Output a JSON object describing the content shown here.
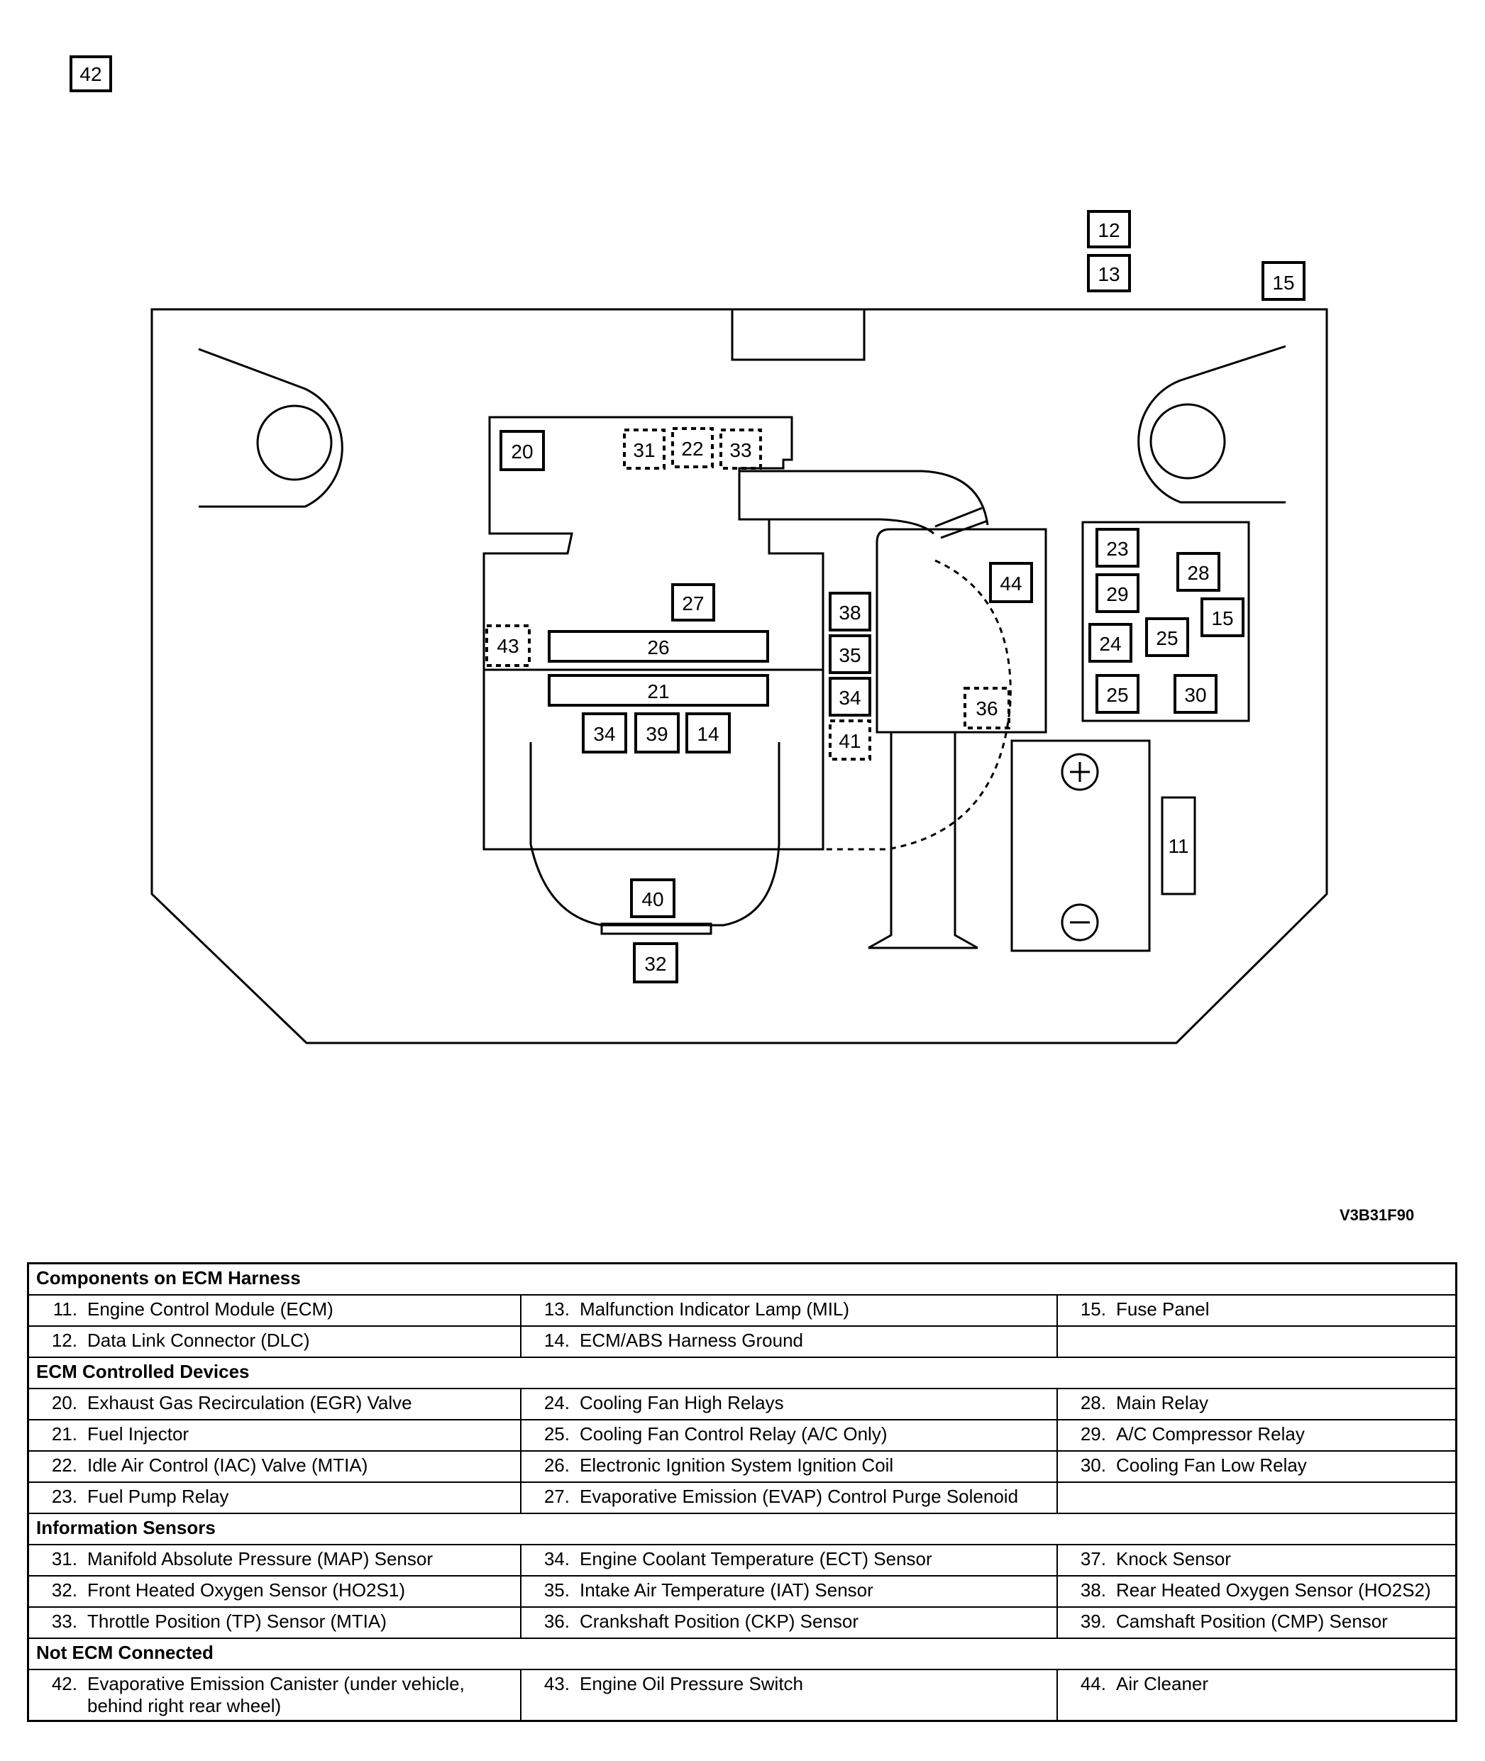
{
  "figure_id": "V3B31F90",
  "callouts": [
    "42",
    "12",
    "13",
    "15",
    "20",
    "31",
    "22",
    "33",
    "27",
    "43",
    "26",
    "21",
    "34",
    "39",
    "14",
    "38",
    "35",
    "34",
    "41",
    "44",
    "36",
    "23",
    "29",
    "24",
    "25",
    "28",
    "15",
    "25",
    "30",
    "11",
    "40",
    "32"
  ],
  "battery": {
    "positive": "+",
    "negative": "−"
  },
  "legend": {
    "sections": [
      {
        "title": "Components on ECM Harness",
        "rows": [
          [
            {
              "num": "11.",
              "name": "Engine Control Module (ECM)"
            },
            {
              "num": "13.",
              "name": "Malfunction Indicator Lamp (MIL)"
            },
            {
              "num": "15.",
              "name": "Fuse Panel"
            }
          ],
          [
            {
              "num": "12.",
              "name": "Data Link Connector (DLC)"
            },
            {
              "num": "14.",
              "name": "ECM/ABS Harness Ground"
            },
            {
              "num": "",
              "name": ""
            }
          ]
        ]
      },
      {
        "title": "ECM Controlled Devices",
        "rows": [
          [
            {
              "num": "20.",
              "name": "Exhaust Gas Recirculation (EGR) Valve"
            },
            {
              "num": "24.",
              "name": "Cooling Fan High Relays"
            },
            {
              "num": "28.",
              "name": "Main Relay"
            }
          ],
          [
            {
              "num": "21.",
              "name": "Fuel Injector"
            },
            {
              "num": "25.",
              "name": "Cooling Fan Control Relay (A/C Only)"
            },
            {
              "num": "29.",
              "name": "A/C Compressor Relay"
            }
          ],
          [
            {
              "num": "22.",
              "name": "Idle Air Control (IAC) Valve (MTIA)"
            },
            {
              "num": "26.",
              "name": "Electronic Ignition System Ignition Coil"
            },
            {
              "num": "30.",
              "name": "Cooling Fan Low Relay"
            }
          ],
          [
            {
              "num": "23.",
              "name": "Fuel Pump Relay"
            },
            {
              "num": "27.",
              "name": "Evaporative Emission (EVAP) Control Purge Solenoid"
            },
            {
              "num": "",
              "name": ""
            }
          ]
        ]
      },
      {
        "title": "Information Sensors",
        "rows": [
          [
            {
              "num": "31.",
              "name": "Manifold Absolute Pressure (MAP) Sensor"
            },
            {
              "num": "34.",
              "name": "Engine Coolant Temperature (ECT) Sensor"
            },
            {
              "num": "37.",
              "name": "Knock Sensor"
            }
          ],
          [
            {
              "num": "32.",
              "name": "Front Heated Oxygen Sensor (HO2S1)"
            },
            {
              "num": "35.",
              "name": "Intake Air Temperature (IAT) Sensor"
            },
            {
              "num": "38.",
              "name": "Rear Heated Oxygen Sensor (HO2S2)"
            }
          ],
          [
            {
              "num": "33.",
              "name": "Throttle Position (TP) Sensor (MTIA)"
            },
            {
              "num": "36.",
              "name": "Crankshaft Position (CKP) Sensor"
            },
            {
              "num": "39.",
              "name": "Camshaft Position (CMP) Sensor"
            }
          ]
        ]
      },
      {
        "title": "Not ECM Connected",
        "rows": [
          [
            {
              "num": "42.",
              "name": "Evaporative Emission Canister (under vehicle, behind right rear wheel)"
            },
            {
              "num": "43.",
              "name": "Engine Oil Pressure Switch"
            },
            {
              "num": "44.",
              "name": "Air Cleaner"
            }
          ]
        ]
      }
    ]
  }
}
